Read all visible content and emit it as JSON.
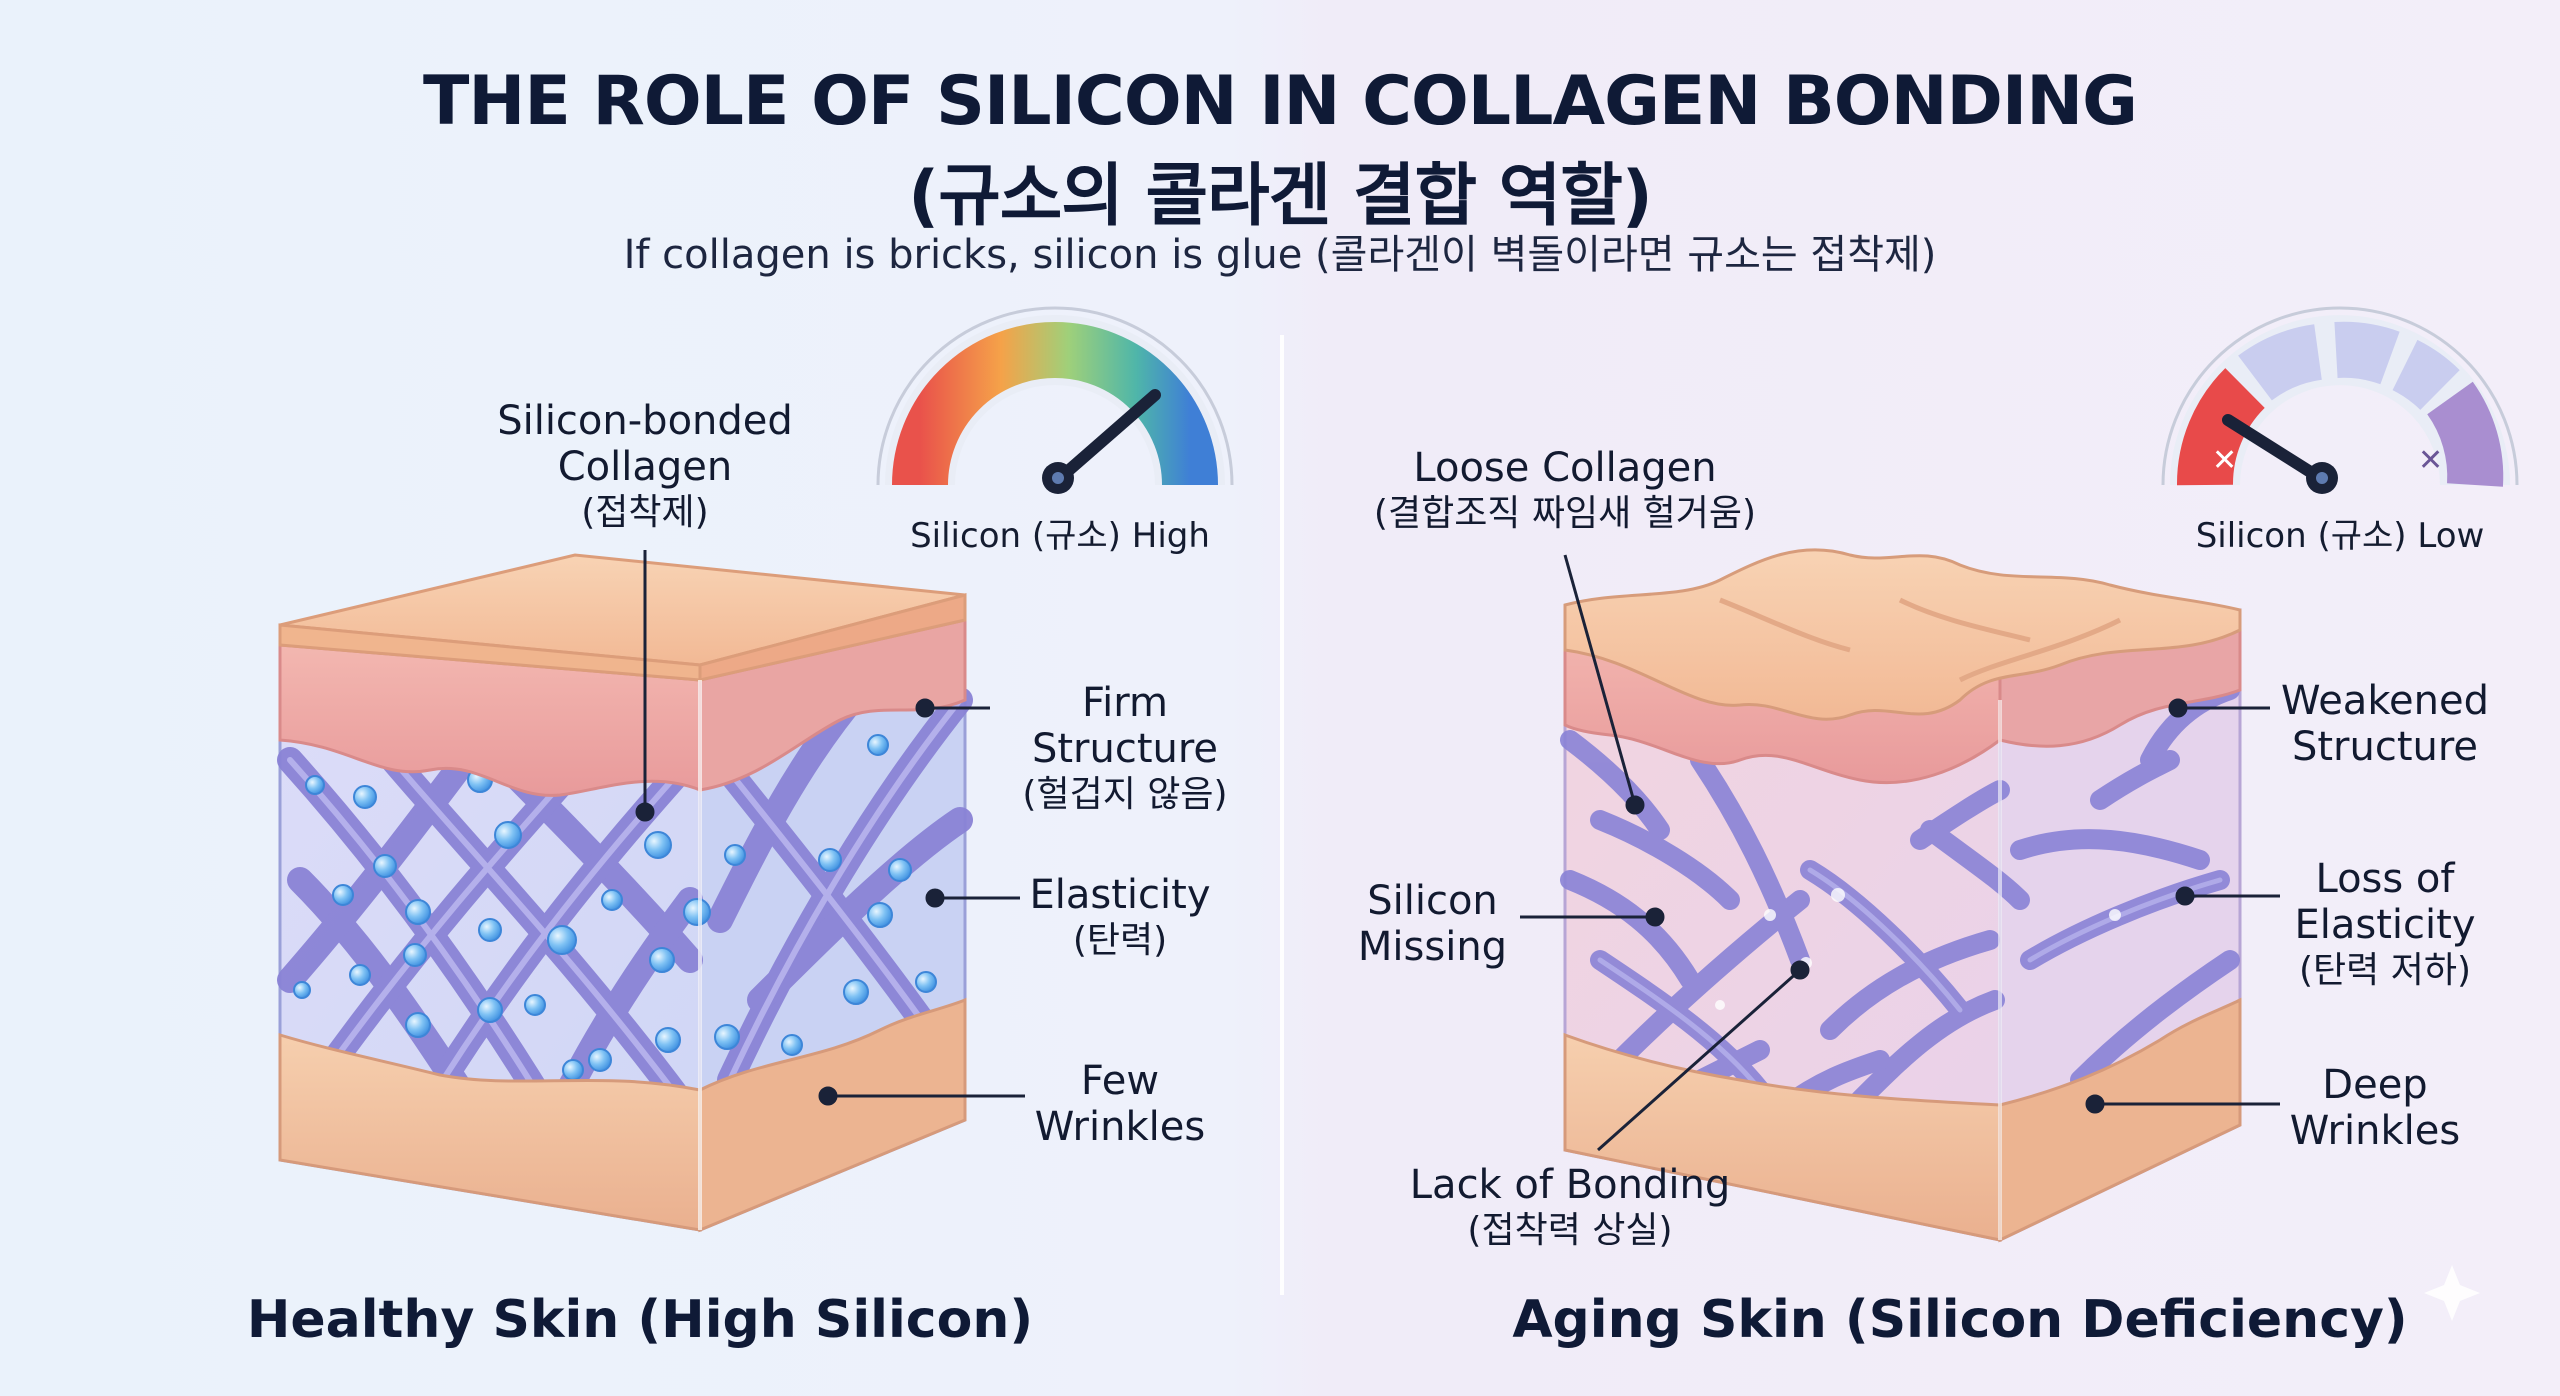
{
  "header": {
    "title": "THE ROLE OF SILICON IN COLLAGEN BONDING",
    "title_ko": "(규소의 콜라겐 결합 역할)",
    "subtitle": "If collagen is bricks, silicon is glue (콜라겐이 벽돌이라면 규소는 접착제)"
  },
  "healthy": {
    "caption": "Healthy Skin (High Silicon)",
    "gauge_label": "Silicon (규소) High",
    "gauge_level": "high",
    "labels": {
      "bonded": {
        "en1": "Silicon-bonded",
        "en2": "Collagen",
        "ko": "(접착제)"
      },
      "firm": {
        "en": "Firm Structure",
        "ko": "(헐겁지 않음)"
      },
      "elasticity": {
        "en": "Elasticity",
        "ko": "(탄력)"
      },
      "wrinkles": {
        "en1": "Few",
        "en2": "Wrinkles"
      }
    }
  },
  "aging": {
    "caption": "Aging Skin (Silicon Deficiency)",
    "gauge_label": "Silicon (규소) Low",
    "gauge_level": "low",
    "labels": {
      "loose": {
        "en": "Loose Collagen",
        "ko": "(결합조직 짜임새 헐거움)"
      },
      "weakened": {
        "en1": "Weakened",
        "en2": "Structure"
      },
      "missing": {
        "en1": "Silicon",
        "en2": "Missing"
      },
      "loss": {
        "en1": "Loss of",
        "en2": "Elasticity",
        "ko": "(탄력 저하)"
      },
      "deep": {
        "en1": "Deep",
        "en2": "Wrinkles"
      },
      "lack": {
        "en": "Lack of Bonding",
        "ko": "(접착력 상실)"
      }
    }
  },
  "colors": {
    "skin_top": "#f6c7a4",
    "dermis": "#eea9a6",
    "collagen": "#8d86d8",
    "silicon_bubble": "#6fb6f2",
    "line": "#1a2238"
  }
}
